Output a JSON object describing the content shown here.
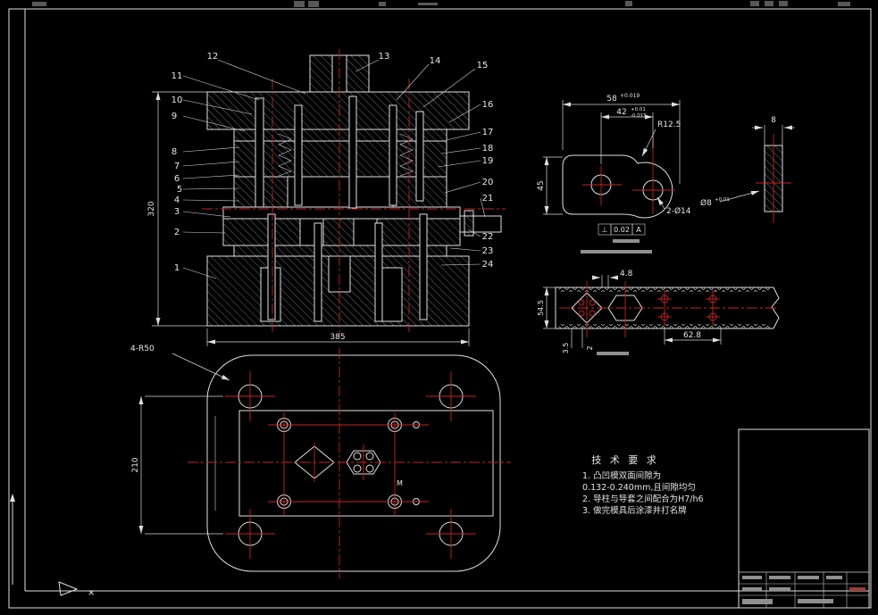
{
  "colors": {
    "background": "#000000",
    "line": "#e0e0e0",
    "centerline": "#c62424",
    "hatch": "#98a2a6"
  },
  "callouts": {
    "left": [
      "11",
      "10",
      "9",
      "8",
      "7",
      "6",
      "5",
      "4",
      "3",
      "2",
      "1"
    ],
    "top": [
      "12",
      "13",
      "14",
      "15"
    ],
    "right": [
      "16",
      "17",
      "18",
      "19",
      "20",
      "21",
      "22",
      "23",
      "24"
    ]
  },
  "dims": {
    "front_height": "320",
    "front_width": "385",
    "plan_radius": "4-R50",
    "plan_height": "210",
    "det_len": "58",
    "det_len_tol": "+0.019",
    "det_pitch": "42",
    "det_pitch_up": "+0.01",
    "det_pitch_dn": "-0.015",
    "det_radius": "R12.5",
    "det_height": "45",
    "det_holes": "2-Ø14",
    "det_hole2": "Ø8",
    "det_hole2_tol": "+0.01",
    "det_thk": "8",
    "strip_web": "4.8",
    "strip_width": "54.5",
    "strip_margin": "3.5",
    "strip_gap": "2",
    "strip_step": "62.8",
    "section_mark": "M"
  },
  "gdt": {
    "symbol": "⊥",
    "tolerance": "0.02",
    "datum": "A"
  },
  "tech_req": {
    "title": "技 术 要 求",
    "lines": [
      "1. 凸凹模双面间隙为",
      "0.132-0.240mm,且间隙均匀",
      "2. 导柱与导套之间配合为H7/h6",
      "3. 做完模具后涂漆并打名牌"
    ]
  },
  "ucs": {
    "x_mark": "×"
  }
}
